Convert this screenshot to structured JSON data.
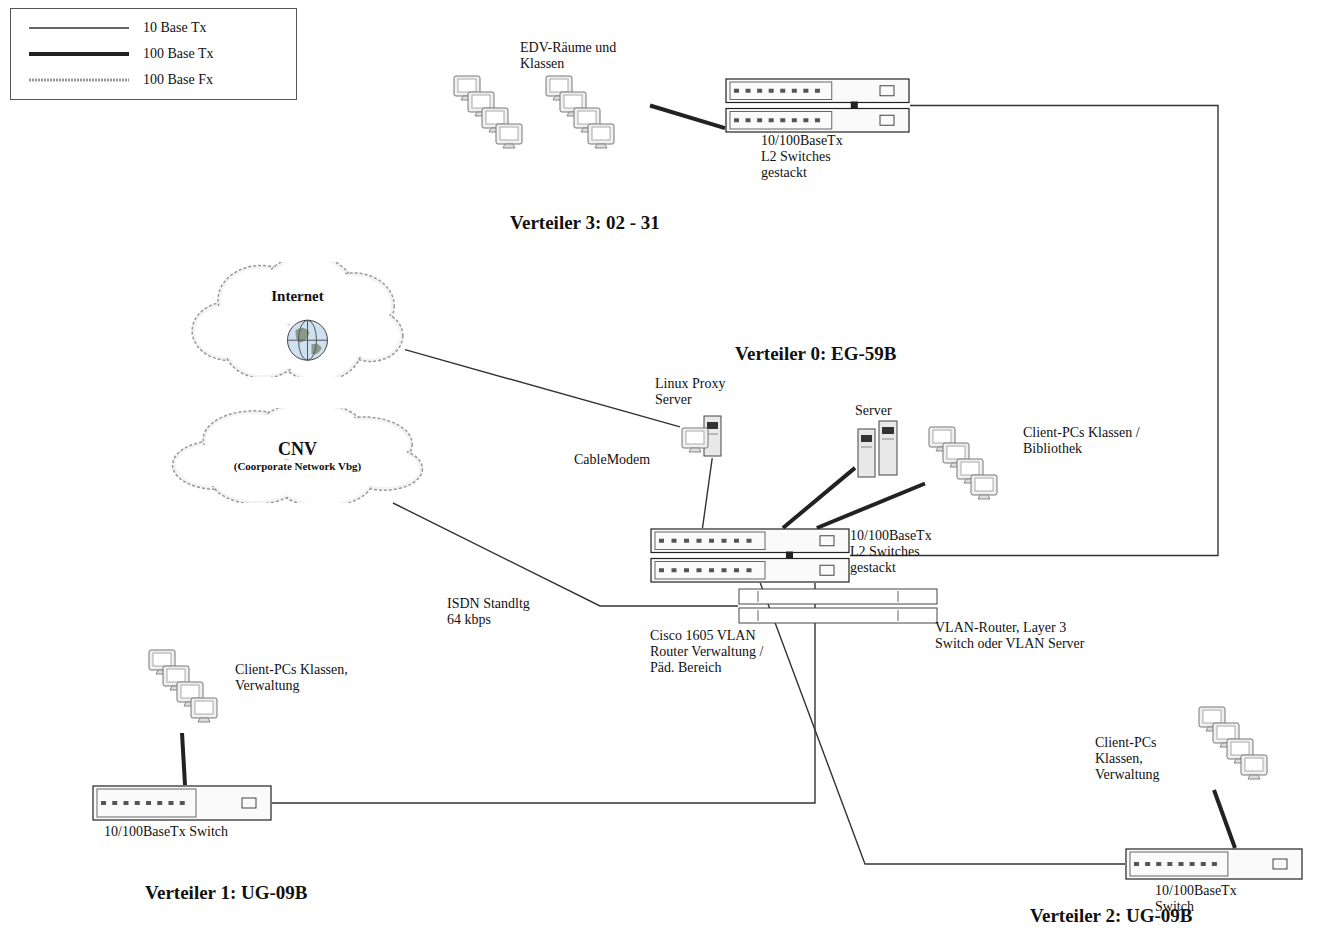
{
  "diagram": {
    "nodes": [
      {
        "text": [
          "Verteiler 3: 02 - 31"
        ]
      },
      {
        "text": [
          "EDV-Räume und Klassen"
        ],
        "in": 0
      },
      {
        "text": [
          "10/100BaseTx L2 Switches gestackt"
        ],
        "in": 0
      },
      {
        "text": [
          "Internet"
        ]
      },
      {
        "text": [
          "CNV",
          "(Coorporate Network Vbg)"
        ]
      },
      {
        "text": [
          "Linux Proxy Server"
        ]
      },
      {
        "text": [
          "Server"
        ]
      },
      {
        "text": [
          "Client-PCs Klassen / Bibliothek"
        ]
      },
      {
        "text": [
          "10/100BaseTx L2 Switches gestackt"
        ]
      },
      {
        "text": [
          "Cisco 1605 VLAN Router Verwaltung / Päd. Bereich"
        ]
      },
      {
        "text": [
          "Verteiler 1: UG-09B"
        ]
      },
      {
        "text": [
          "Client-PCs Klassen, Verwaltung"
        ],
        "in": 10
      },
      {
        "text": [
          "10/100BaseTx Switch"
        ],
        "in": 10
      },
      {
        "text": [
          "Verteiler 2: UG-09B"
        ]
      },
      {
        "text": [
          "Client-PCs Klassen, Verwaltung"
        ],
        "in": 13
      },
      {
        "text": [
          "10/100BaseTx Switch"
        ],
        "in": 13
      }
    ],
    "edges": [
      {
        "from": 3,
        "to": 5,
        "label": "CableModem",
        "arrow": "none"
      },
      {
        "from": 4,
        "to": 9,
        "label": "ISDN Standltg 64 kbps",
        "arrow": "none"
      },
      {
        "from": 5,
        "to": 8,
        "arrow": "none"
      },
      {
        "from": 6,
        "to": 8,
        "arrow": "none"
      },
      {
        "from": 7,
        "to": 8,
        "arrow": "none"
      },
      {
        "from": 8,
        "to": 2,
        "arrow": "none"
      },
      {
        "from": 2,
        "to": 1,
        "arrow": "none"
      },
      {
        "from": 8,
        "to": 12,
        "arrow": "none"
      },
      {
        "from": 8,
        "to": 15,
        "arrow": "none"
      },
      {
        "from": 12,
        "to": 11,
        "arrow": "none"
      },
      {
        "from": 15,
        "to": 14,
        "arrow": "none"
      }
    ],
    "labels": [
      "Verteiler 0: EG-59B",
      "VLAN-Router, Layer 3 Switch oder VLAN Server"
    ],
    "legend": [
      {
        "text": "10 Base Tx"
      },
      {
        "text": "100 Base Tx"
      },
      {
        "text": "100 Base Fx"
      }
    ]
  }
}
